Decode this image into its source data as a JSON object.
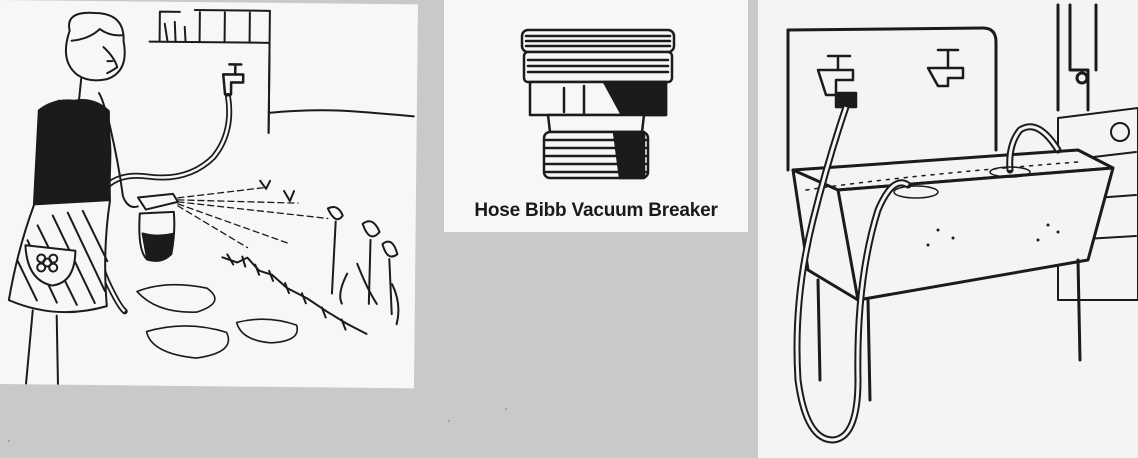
{
  "panels": {
    "left": {
      "illustration": "woman-spraying-garden-with-hose-sprayer"
    },
    "middle": {
      "caption": "Hose Bibb Vacuum Breaker",
      "illustration": "hose-bibb-vacuum-breaker"
    },
    "right": {
      "illustration": "hose-submerged-in-laundry-sink"
    }
  },
  "colors": {
    "background": "#c9c9c9",
    "paper": "#f7f7f5",
    "ink": "#1b1b1b"
  }
}
